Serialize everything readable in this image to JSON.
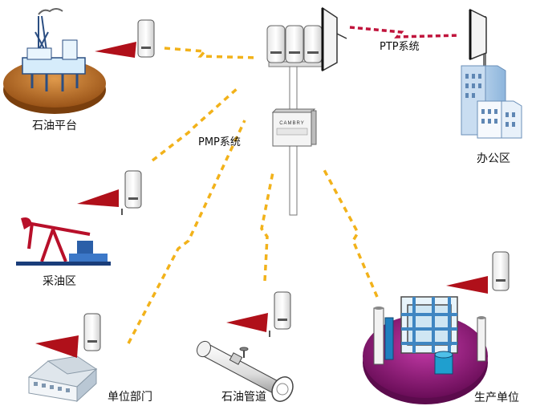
{
  "labels": {
    "oil_platform": "石油平台",
    "office": "办公区",
    "pumping_area": "采油区",
    "unit_dept": "单位部门",
    "pipeline": "石油管道",
    "production_unit": "生产单位",
    "ptp_system": "PTP系统",
    "pmp_system": "PMP系统",
    "controller_brand": "CAMBRY"
  },
  "colors": {
    "wireless_link": "#f2b21a",
    "ptp_link": "#c0143c",
    "antenna_beam": "#b0101a",
    "platform_base": "#c0762c",
    "production_base": "#a4178a",
    "building_blue": "#9fc3e6"
  }
}
